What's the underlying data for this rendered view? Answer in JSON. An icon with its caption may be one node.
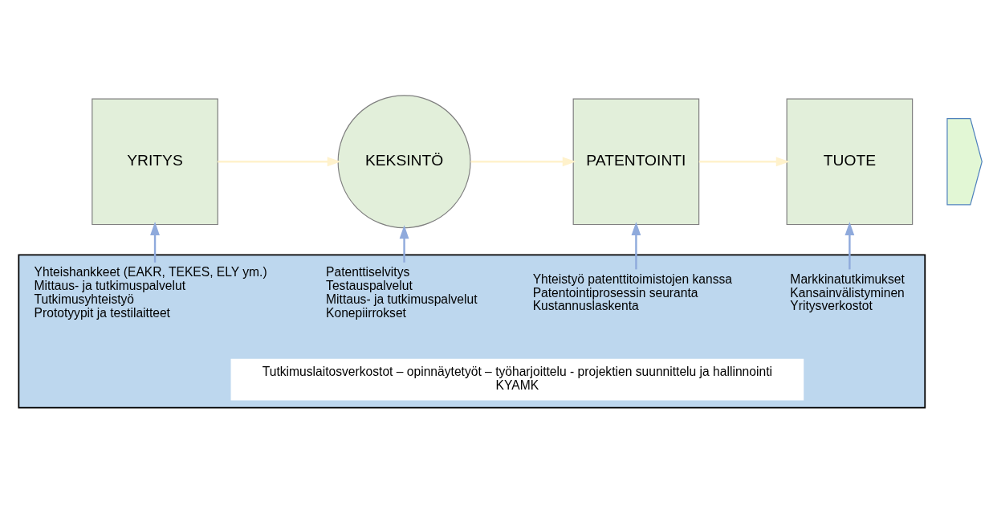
{
  "diagram": {
    "nodes": [
      {
        "text": [
          "YRITYS"
        ]
      },
      {
        "text": [
          "KEKSINTÖ"
        ]
      },
      {
        "text": [
          "PATENTOINTI"
        ]
      },
      {
        "text": [
          "TUOTE"
        ]
      },
      {
        "text": [],
        "shape": "chevron"
      },
      {
        "text": [],
        "shape": "box"
      },
      {
        "text": [
          "Yhteishankkeet (EAKR, TEKES, ELY ym.)",
          "Mittaus- ja tutkimuspalvelut",
          "Tutkimusyhteistyö",
          "Prototyypit ja testilaitteet"
        ],
        "in": 5
      },
      {
        "text": [
          "Patenttiselvitys",
          "Testauspalvelut",
          "Mittaus- ja tutkimuspalvelut",
          "Konepiirrokset"
        ],
        "in": 5
      },
      {
        "text": [
          "Yhteistyö patenttitoimistojen kanssa",
          "Patentointiprosessin seuranta",
          "Kustannuslaskenta"
        ],
        "in": 5
      },
      {
        "text": [
          "Markkinatutkimukset",
          "Kansainvälistyminen",
          "Yritysverkostot"
        ],
        "in": 5
      },
      {
        "text": [
          "Tutkimuslaitosverkostot – opinnäytetyöt – työharjoittelu - projektien suunnittelu ja hallinnointi",
          "KYAMK"
        ],
        "in": 5
      }
    ],
    "edges": [
      {
        "from": 0,
        "to": 1,
        "arrow": "to",
        "color": "#fff2cc"
      },
      {
        "from": 1,
        "to": 2,
        "arrow": "to",
        "color": "#fff2cc"
      },
      {
        "from": 2,
        "to": 3,
        "arrow": "to",
        "color": "#fff2cc"
      },
      {
        "from": 6,
        "to": 0,
        "arrow": "to"
      },
      {
        "from": 7,
        "to": 1,
        "arrow": "to"
      },
      {
        "from": 8,
        "to": 2,
        "arrow": "to"
      },
      {
        "from": 9,
        "to": 3,
        "arrow": "to"
      }
    ]
  }
}
